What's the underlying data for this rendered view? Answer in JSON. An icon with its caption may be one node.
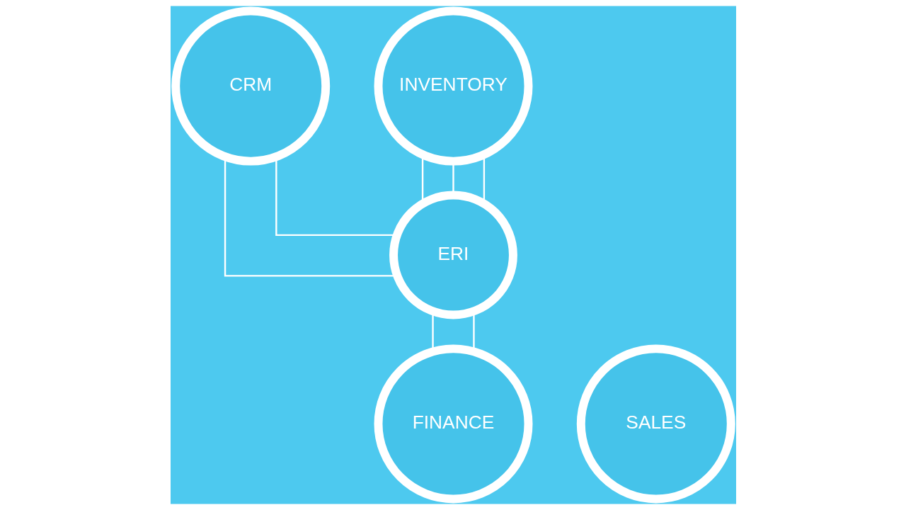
{
  "diagram": {
    "nodes": [
      {
        "text": [
          "CRM"
        ]
      },
      {
        "text": [
          "INVENTORY"
        ]
      },
      {
        "text": [
          "ERI"
        ]
      },
      {
        "text": [
          "FINANCE"
        ]
      },
      {
        "text": [
          "SALES"
        ]
      }
    ],
    "edges": [
      {
        "from": 0,
        "to": 2,
        "arrow": "none"
      },
      {
        "from": 0,
        "to": 2,
        "arrow": "none"
      },
      {
        "from": 1,
        "to": 2,
        "arrow": "none"
      },
      {
        "from": 1,
        "to": 2,
        "arrow": "none"
      },
      {
        "from": 1,
        "to": 2,
        "arrow": "none"
      },
      {
        "from": 3,
        "to": 2,
        "arrow": "none"
      },
      {
        "from": 3,
        "to": 2,
        "arrow": "none"
      }
    ]
  }
}
